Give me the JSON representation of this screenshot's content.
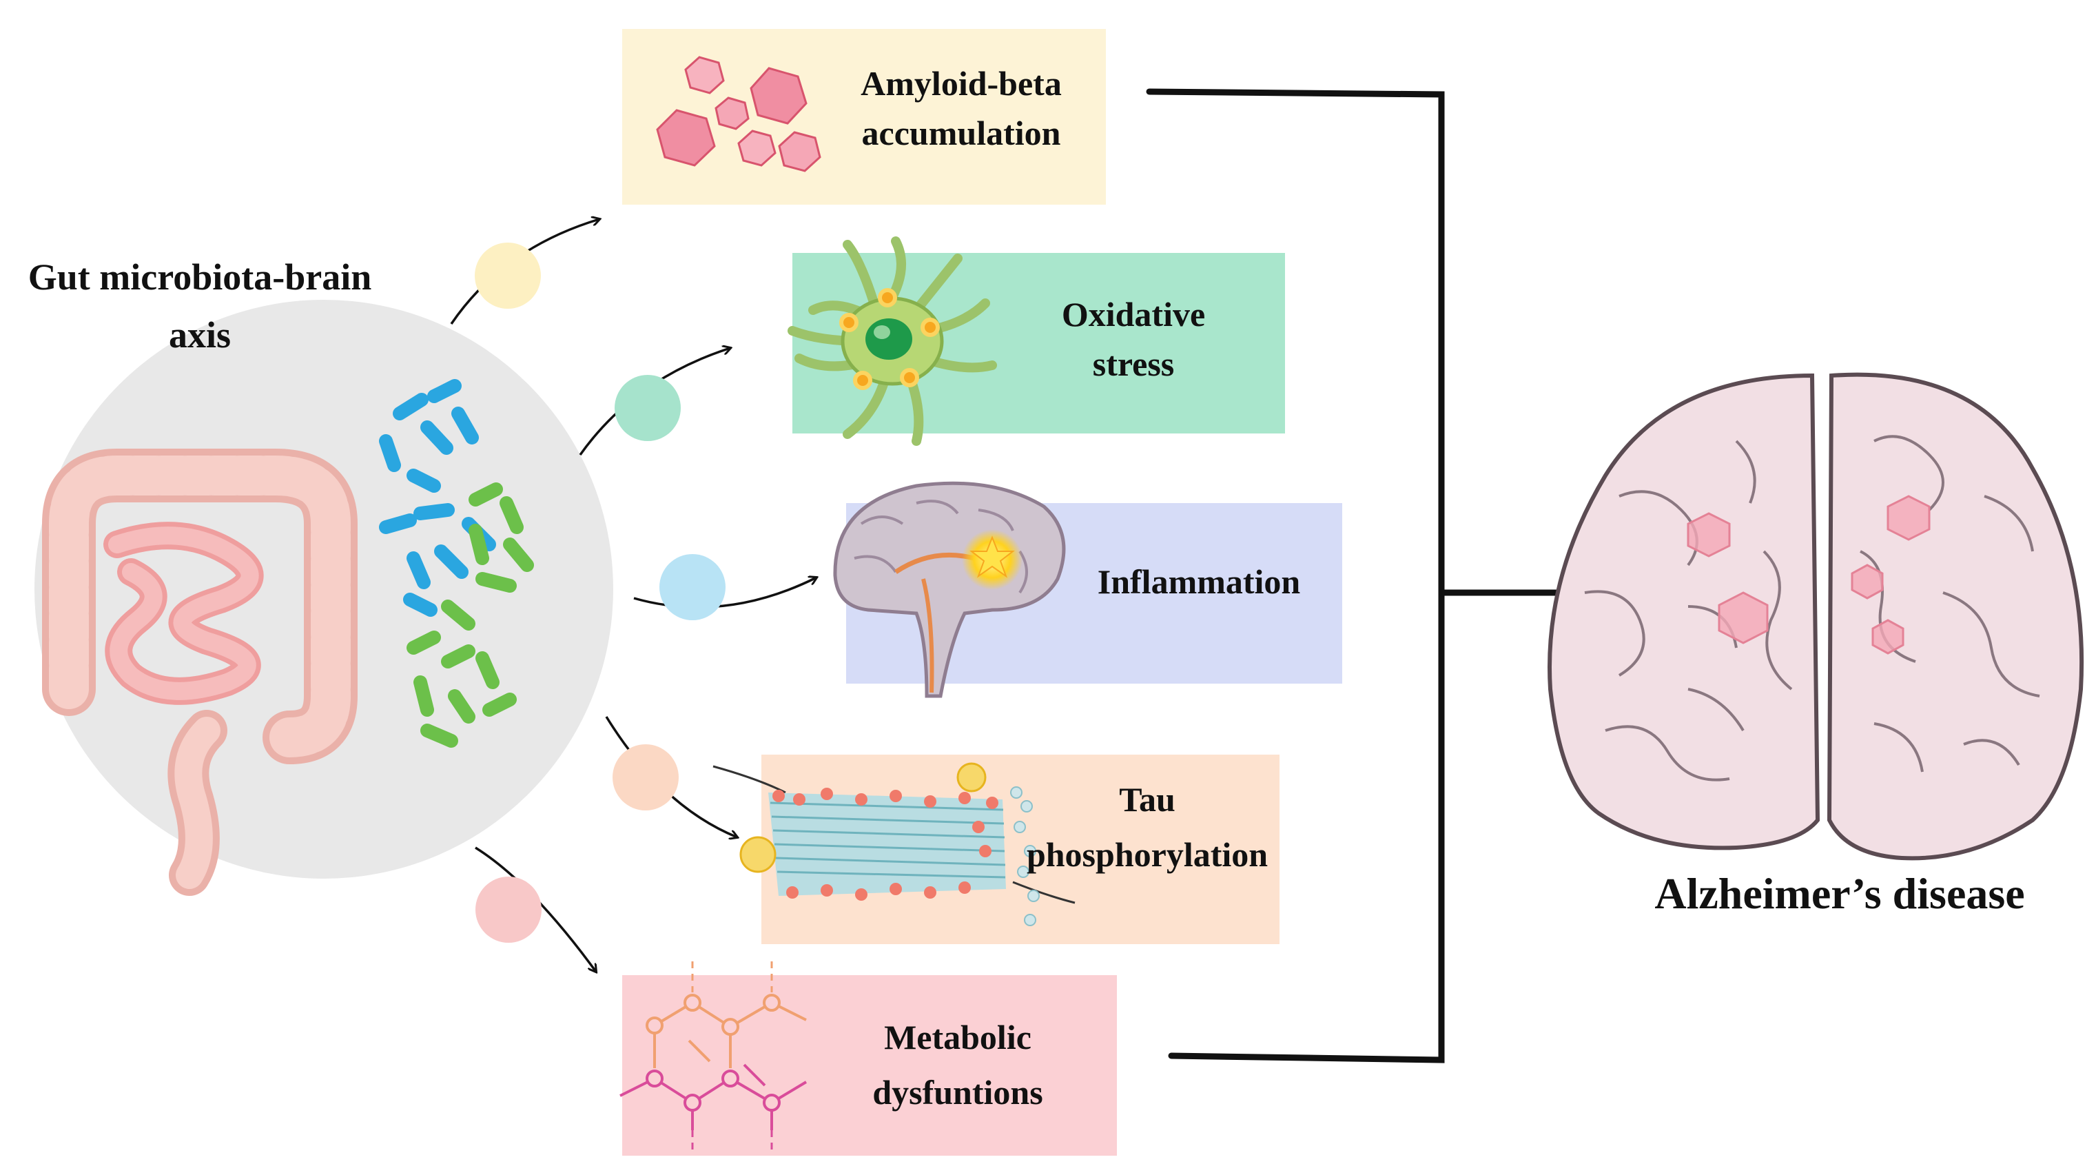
{
  "left": {
    "title_line1": "Gut microbiota-brain",
    "title_line2": "axis"
  },
  "mechanisms": [
    {
      "line1": "Amyloid-beta",
      "line2": "accumulation",
      "bg": "#fdf3d6",
      "dot": "#fdf0c2",
      "icon": "hexagon-crystals-icon"
    },
    {
      "line1": "Oxidative",
      "line2": "stress",
      "bg": "#a9e6cc",
      "dot": "#a6e3cc",
      "icon": "stressed-cell-icon"
    },
    {
      "line1": "Inflammation",
      "line2": "",
      "bg": "#d6dcf7",
      "dot": "#b8e3f5",
      "icon": "inflamed-brain-icon"
    },
    {
      "line1": "Tau",
      "line2": "phosphorylation",
      "bg": "#fde2cf",
      "dot": "#fbd8c4",
      "icon": "microtubule-icon"
    },
    {
      "line1": "Metabolic",
      "line2": "dysfuntions",
      "bg": "#fbd0d4",
      "dot": "#f8c8c8",
      "icon": "metabolic-network-icon"
    }
  ],
  "outcome": {
    "label": "Alzheimer’s disease"
  },
  "colors": {
    "circle": "#e8e8e8",
    "gut": "#f3b8b5",
    "bacteria_blue": "#2aa6e0",
    "bacteria_green": "#6cc04a",
    "brain": "#f2dfe4",
    "bracket": "#111111"
  }
}
